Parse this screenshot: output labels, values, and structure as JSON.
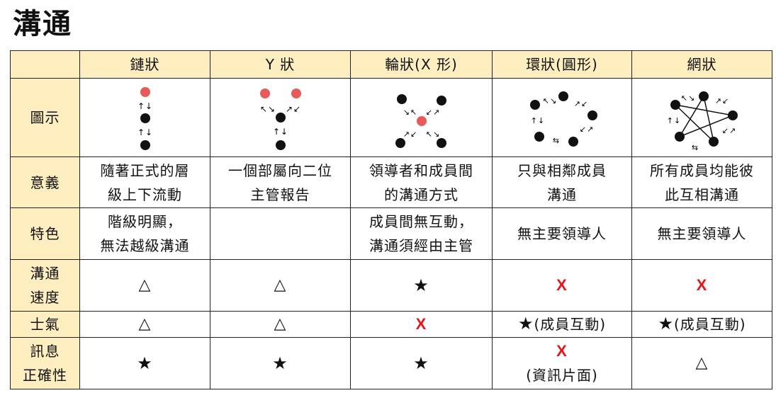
{
  "title": "溝通",
  "columns": [
    "鏈狀",
    "Y 狀",
    "輪狀(X 形)",
    "環狀(圓形)",
    "網狀"
  ],
  "rows": {
    "diagram": {
      "label": "圖示"
    },
    "meaning": {
      "label": "意義",
      "cells": [
        [
          "隨著正式的層",
          "級上下流動"
        ],
        [
          "一個部屬向二位",
          "主管報告"
        ],
        [
          "領導者和成員間",
          "的溝通方式"
        ],
        [
          "只與相鄰成員",
          "溝通"
        ],
        [
          "所有成員均能彼",
          "此互相溝通"
        ]
      ]
    },
    "feature": {
      "label": "特色",
      "cells": [
        [
          "階級明顯，",
          "無法越級溝通"
        ],
        [],
        [
          "成員間無互動，",
          "溝通須經由主管"
        ],
        [
          "無主要領導人"
        ],
        [
          "無主要領導人"
        ]
      ]
    },
    "speed": {
      "label": [
        "溝通",
        "速度"
      ],
      "cells": [
        "△",
        "△",
        "★",
        "X",
        "X"
      ]
    },
    "morale": {
      "label": "士氣",
      "cells": [
        {
          "symbol": "△"
        },
        {
          "symbol": "△"
        },
        {
          "symbol": "X"
        },
        {
          "symbol": "★",
          "note": "(成員互動)"
        },
        {
          "symbol": "★",
          "note": "(成員互動)"
        }
      ]
    },
    "accuracy": {
      "label": [
        "訊息",
        "正確性"
      ],
      "cells": [
        {
          "symbol": "★"
        },
        {
          "symbol": "★"
        },
        {
          "symbol": "★"
        },
        {
          "symbol": "X",
          "note": "(資訊片面)"
        },
        {
          "symbol": "△"
        }
      ]
    }
  },
  "colors": {
    "header_bg": "#ffeec0",
    "leader_node": "#e85a5a",
    "member_node": "#111111",
    "x_mark": "#e8141a"
  },
  "legend_symbols": {
    "good": "★",
    "medium": "△",
    "bad": "X"
  }
}
